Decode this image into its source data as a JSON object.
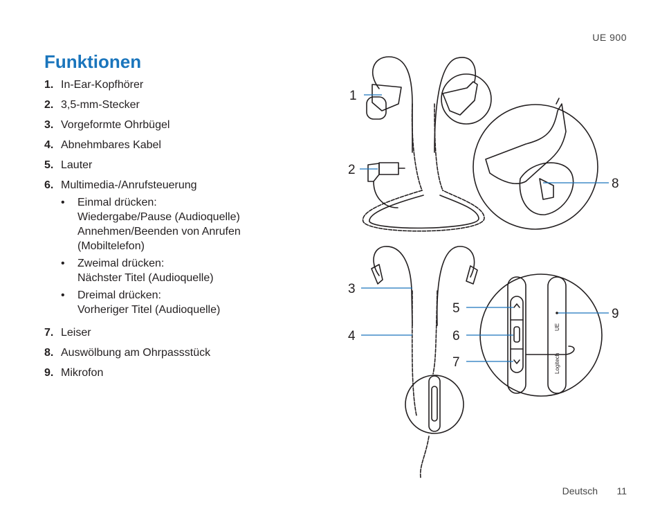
{
  "header": {
    "product": "UE 900"
  },
  "title": "Funktionen",
  "features": [
    {
      "num": "1.",
      "text": "In-Ear-Kopfhörer"
    },
    {
      "num": "2.",
      "text": "3,5-mm-Stecker"
    },
    {
      "num": "3.",
      "text": "Vorgeformte Ohrbügel"
    },
    {
      "num": "4.",
      "text": "Abnehmbares Kabel"
    },
    {
      "num": "5.",
      "text": "Lauter"
    },
    {
      "num": "6.",
      "text": "Multimedia-/Anrufsteuerung"
    },
    {
      "num": "7.",
      "text": "Leiser"
    },
    {
      "num": "8.",
      "text": "Auswölbung am Ohrpassstück"
    },
    {
      "num": "9.",
      "text": "Mikrofon"
    }
  ],
  "multimedia_sub": [
    {
      "bullet": "•",
      "lines": [
        "Einmal drücken:",
        "Wiedergabe/Pause (Audioquelle)",
        "Annehmen/Beenden von Anrufen",
        "(Mobiltelefon)"
      ]
    },
    {
      "bullet": "•",
      "lines": [
        "Zweimal drücken:",
        "Nächster Titel (Audioquelle)"
      ]
    },
    {
      "bullet": "•",
      "lines": [
        "Dreimal drücken:",
        "Vorheriger Titel (Audioquelle)"
      ]
    }
  ],
  "diagram": {
    "callouts": [
      "1",
      "2",
      "3",
      "4",
      "5",
      "6",
      "7",
      "8",
      "9"
    ],
    "remote_brand": "Logitech",
    "remote_logo": "UE",
    "leader_color": "#1a75bc"
  },
  "footer": {
    "language": "Deutsch",
    "page": "11"
  }
}
